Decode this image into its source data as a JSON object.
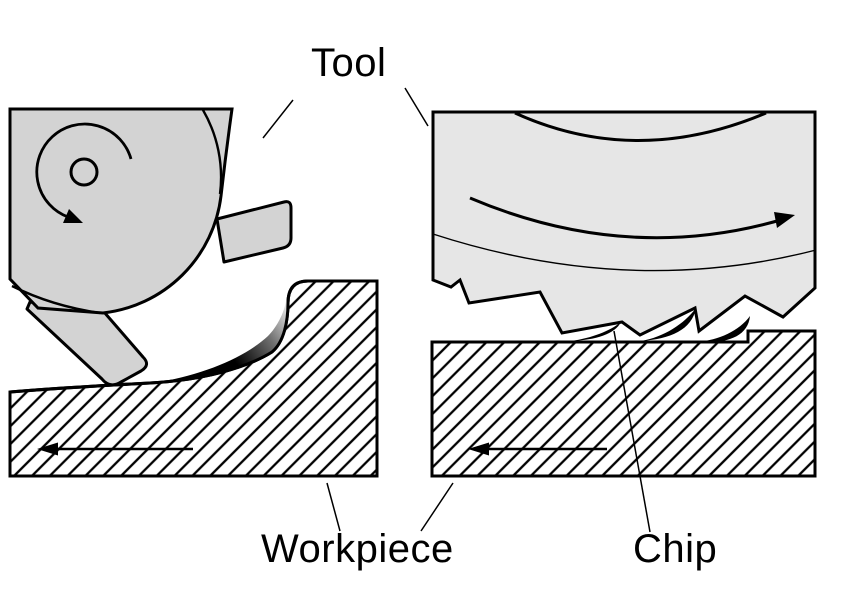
{
  "diagram": {
    "labels": {
      "tool": "Tool",
      "workpiece": "Workpiece",
      "chip": "Chip"
    },
    "colors": {
      "outline": "#000000",
      "background": "#ffffff",
      "tool_fill_left": "#d3d3d3",
      "tool_fill_right": "#e6e6e6",
      "chip_dark": "#000000",
      "chip_light": "#ffffff",
      "label_text": "#000000"
    },
    "left_panel": {
      "description": "milling cutter over stepped workpiece with single curled chip",
      "rotation_direction": "counterclockwise",
      "feed_direction": "left"
    },
    "right_panel": {
      "description": "close-up of toothed cutter rim producing chips on flat workpiece",
      "rotation_direction": "counterclockwise",
      "feed_direction": "left"
    }
  }
}
